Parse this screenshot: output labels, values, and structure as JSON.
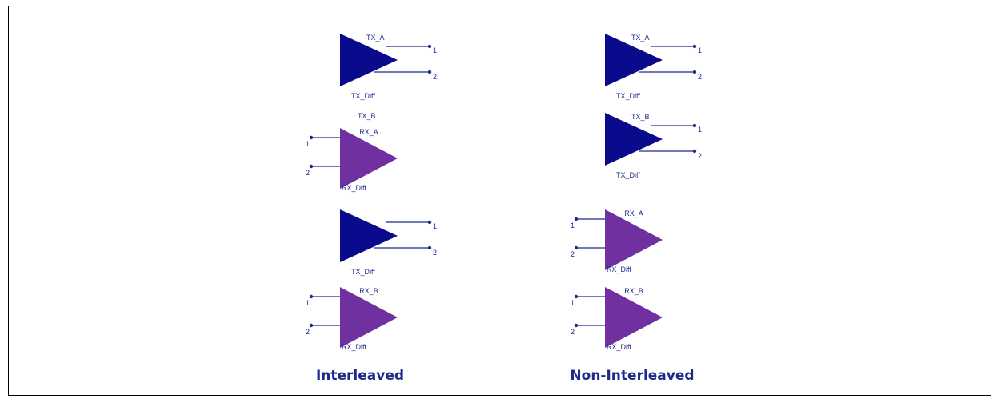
{
  "colors": {
    "tx": "#0a0a8c",
    "rx": "#7030a0",
    "wire": "#1f2a8a",
    "label": "#1f2a8a",
    "caption": "#1f2a8a"
  },
  "captions": {
    "left": "Interleaved",
    "right": "Non-Interleaved"
  },
  "interleaved": [
    {
      "kind": "tx",
      "name": "TX_A",
      "sub": "TX_Diff",
      "pin1": "1",
      "pin2": "2"
    },
    {
      "kind": "rx",
      "name": "RX_A",
      "sub": "RX_Diff",
      "pin1": "1",
      "pin2": "2",
      "extra": "TX_B"
    },
    {
      "kind": "tx",
      "name": "",
      "sub": "TX_Diff",
      "pin1": "1",
      "pin2": "2"
    },
    {
      "kind": "rx",
      "name": "RX_B",
      "sub": "RX_Diff",
      "pin1": "1",
      "pin2": "2"
    }
  ],
  "non_interleaved": [
    {
      "kind": "tx",
      "name": "TX_A",
      "sub": "TX_Diff",
      "pin1": "1",
      "pin2": "2"
    },
    {
      "kind": "tx",
      "name": "TX_B",
      "sub": "TX_Diff",
      "pin1": "1",
      "pin2": "2"
    },
    {
      "kind": "rx",
      "name": "RX_A",
      "sub": "RX_Diff",
      "pin1": "1",
      "pin2": "2"
    },
    {
      "kind": "rx",
      "name": "RX_B",
      "sub": "RX_Diff",
      "pin1": "1",
      "pin2": "2"
    }
  ]
}
